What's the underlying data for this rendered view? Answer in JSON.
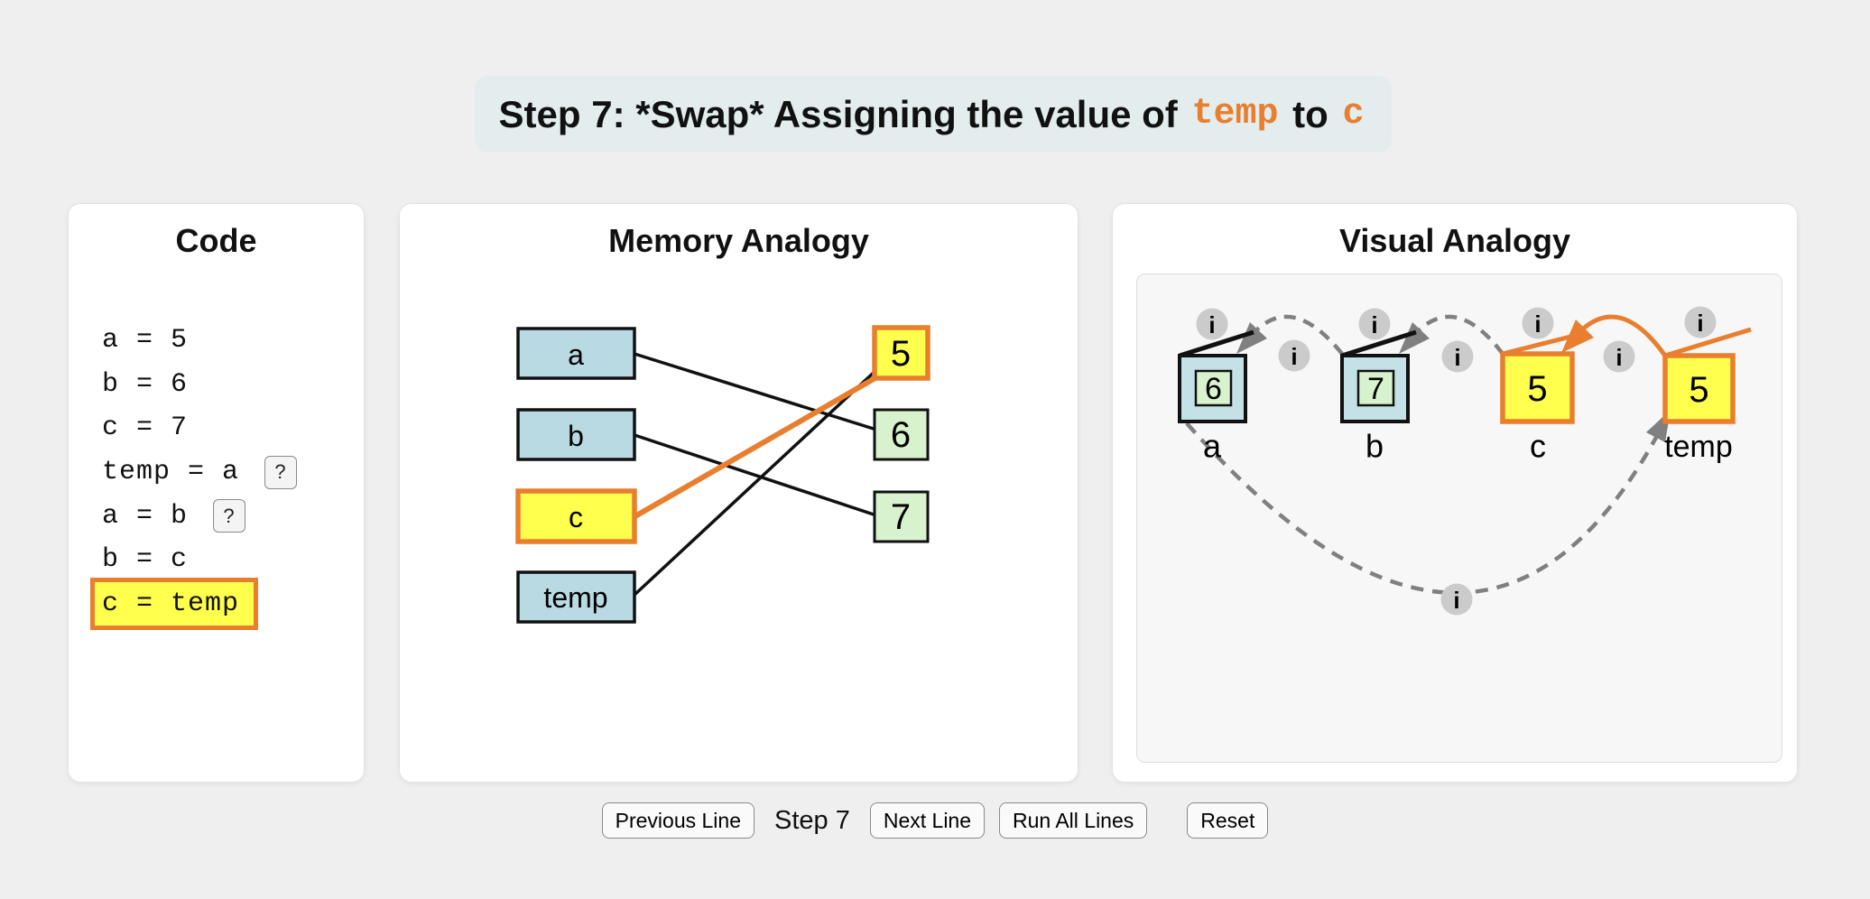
{
  "banner": {
    "text_prefix": "Step 7: *Swap* Assigning the value of ",
    "code_var": "temp",
    "text_middle": " to ",
    "code_target": "c"
  },
  "code_panel": {
    "title": "Code",
    "help_label": "?",
    "lines": [
      {
        "text": "a = 5",
        "help": false,
        "highlighted": false
      },
      {
        "text": "b = 6",
        "help": false,
        "highlighted": false
      },
      {
        "text": "c = 7",
        "help": false,
        "highlighted": false
      },
      {
        "text": "temp = a",
        "help": true,
        "highlighted": false
      },
      {
        "text": "a = b",
        "help": true,
        "highlighted": false
      },
      {
        "text": "b = c",
        "help": false,
        "highlighted": false
      },
      {
        "text": "c = temp",
        "help": false,
        "highlighted": true
      }
    ]
  },
  "memory_panel": {
    "title": "Memory Analogy",
    "variables": [
      {
        "name": "a",
        "highlighted": false
      },
      {
        "name": "b",
        "highlighted": false
      },
      {
        "name": "c",
        "highlighted": true
      },
      {
        "name": "temp",
        "highlighted": false
      }
    ],
    "values": [
      {
        "value": "5",
        "highlighted": true
      },
      {
        "value": "6",
        "highlighted": false
      },
      {
        "value": "7",
        "highlighted": false
      }
    ],
    "links": [
      {
        "from": "a",
        "to": "6",
        "highlighted": false
      },
      {
        "from": "b",
        "to": "7",
        "highlighted": false
      },
      {
        "from": "c",
        "to": "5",
        "highlighted": true
      },
      {
        "from": "temp",
        "to": "5",
        "highlighted": false
      }
    ]
  },
  "visual_panel": {
    "title": "Visual Analogy",
    "info_icon": "i",
    "boxes": [
      {
        "label": "a",
        "value": "6",
        "highlighted": false
      },
      {
        "label": "b",
        "value": "7",
        "highlighted": false
      },
      {
        "label": "c",
        "value": "5",
        "highlighted": true
      },
      {
        "label": "temp",
        "value": "5",
        "highlighted": true
      }
    ],
    "arrows": [
      {
        "from": "b",
        "to": "a",
        "style": "dashed-gray"
      },
      {
        "from": "c",
        "to": "b",
        "style": "dashed-gray"
      },
      {
        "from": "temp",
        "to": "c",
        "style": "solid-orange"
      },
      {
        "from": "a",
        "to": "temp",
        "style": "dashed-gray-arc"
      }
    ]
  },
  "controls": {
    "previous": "Previous Line",
    "step_label": "Step 7",
    "next": "Next Line",
    "run_all": "Run All Lines",
    "reset": "Reset"
  },
  "colors": {
    "orange": "#e87e2e",
    "yellow": "#ffff4d",
    "blue": "#b9dae3",
    "blue_light": "#c4e1e8",
    "green": "#d9f2ce",
    "info_gray": "#cbcbcb",
    "arrow_gray": "#808080",
    "banner_bg": "#e3edee",
    "line_black": "#111111"
  }
}
